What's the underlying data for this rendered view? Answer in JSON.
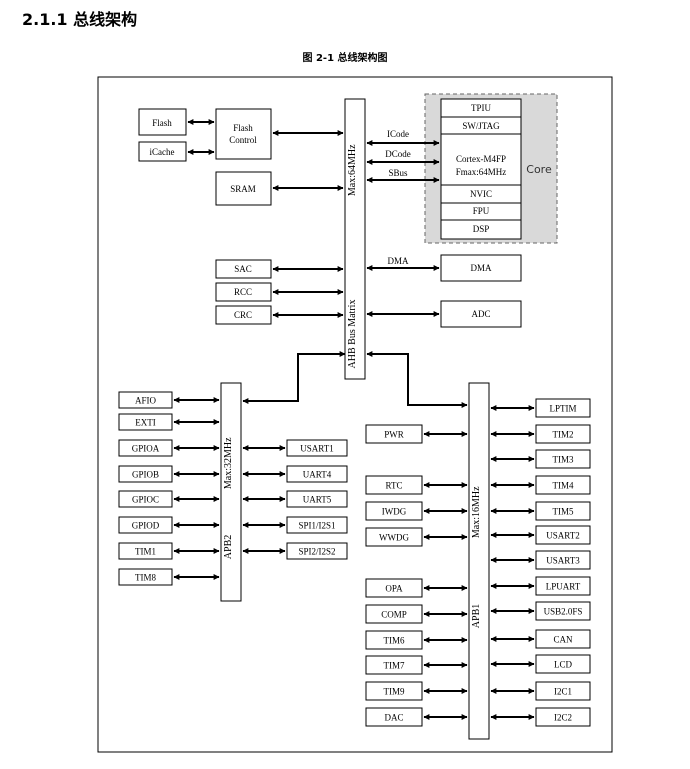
{
  "heading": "2.1.1 总线架构",
  "caption": "图 2-1 总线架构图",
  "core": {
    "label": "Core",
    "blocks": {
      "tpiu": "TPIU",
      "swjtag": "SW/JTAG",
      "cpu_line1": "Cortex-M4FP",
      "cpu_line2": "Fmax:64MHz",
      "nvic": "NVIC",
      "fpu": "FPU",
      "dsp": "DSP"
    }
  },
  "ahb": {
    "line1": "Max:64MHz",
    "line2": "AHB Bus Matrix"
  },
  "ahb_blocks": {
    "flash": "Flash",
    "icache": "iCache",
    "flash_ctrl_line1": "Flash",
    "flash_ctrl_line2": "Control",
    "sram": "SRAM",
    "sac": "SAC",
    "rcc": "RCC",
    "crc": "CRC",
    "dma": "DMA",
    "adc": "ADC"
  },
  "bus_labels": {
    "icode": "ICode",
    "dcode": "DCode",
    "sbus": "SBus",
    "dma": "DMA"
  },
  "apb2": {
    "line1": "Max:32MHz",
    "line2": "APB2",
    "left": [
      "AFIO",
      "EXTI",
      "GPIOA",
      "GPIOB",
      "GPIOC",
      "GPIOD",
      "TIM1",
      "TIM8"
    ],
    "right": [
      "USART1",
      "UART4",
      "UART5",
      "SPI1/I2S1",
      "SPI2/I2S2"
    ]
  },
  "apb1": {
    "line1": "Max:16MHz",
    "line2": "APB1",
    "left": [
      "PWR",
      "RTC",
      "IWDG",
      "WWDG",
      "OPA",
      "COMP",
      "TIM6",
      "TIM7",
      "TIM9",
      "DAC"
    ],
    "right": [
      "LPTIM",
      "TIM2",
      "TIM3",
      "TIM4",
      "TIM5",
      "USART2",
      "USART3",
      "LPUART",
      "USB2.0FS",
      "CAN",
      "LCD",
      "I2C1",
      "I2C2"
    ]
  }
}
